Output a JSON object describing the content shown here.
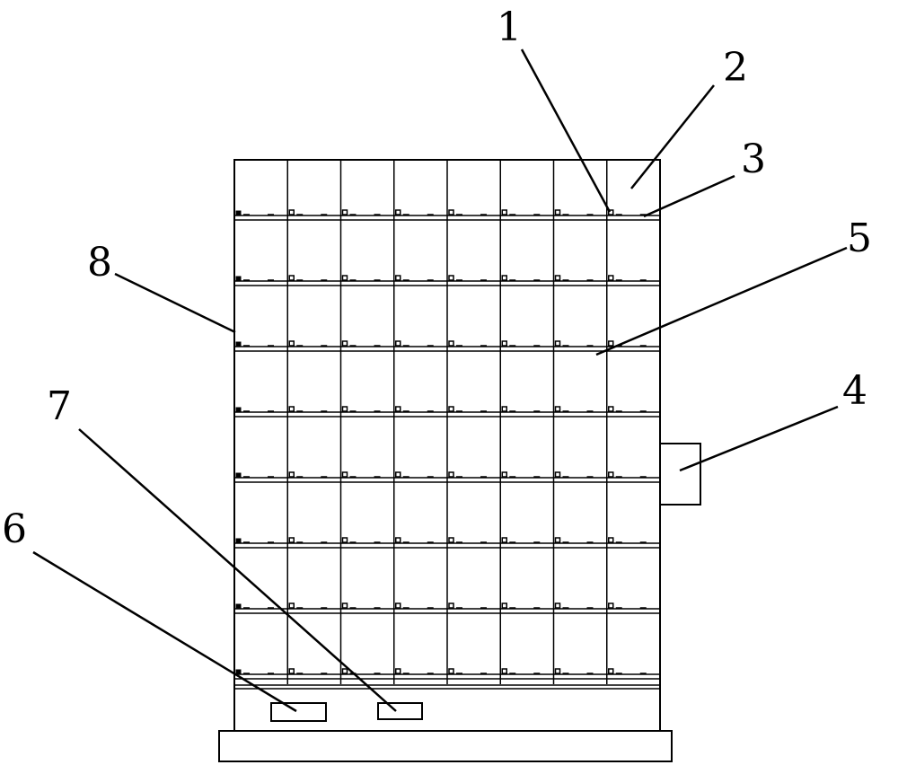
{
  "diagram": {
    "grid": {
      "rows": 8,
      "columns": 8
    },
    "callouts": [
      {
        "id": "1",
        "label": "1"
      },
      {
        "id": "2",
        "label": "2"
      },
      {
        "id": "3",
        "label": "3"
      },
      {
        "id": "4",
        "label": "4"
      },
      {
        "id": "5",
        "label": "5"
      },
      {
        "id": "6",
        "label": "6"
      },
      {
        "id": "7",
        "label": "7"
      },
      {
        "id": "8",
        "label": "8"
      }
    ]
  }
}
